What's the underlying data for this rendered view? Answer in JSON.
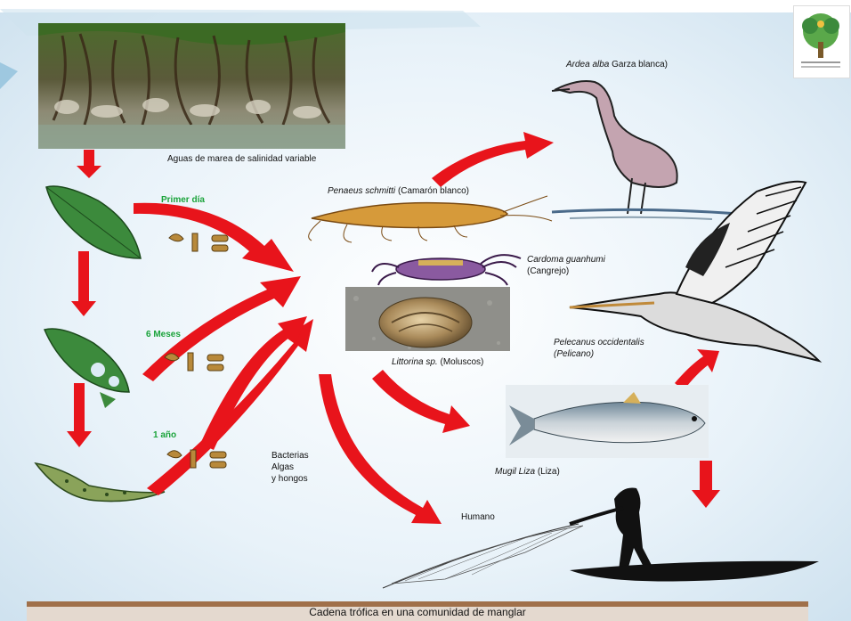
{
  "labels": {
    "water": "Aguas de marea de salinidad variable",
    "day1": "Primer día",
    "month6": "6 Meses",
    "year1": "1 año",
    "decomposers": [
      "Bacterias",
      "Algas",
      "y hongos"
    ],
    "shrimp_sci": "Penaeus schmitti",
    "shrimp_common": "(Camarón blanco)",
    "crab_sci": "Cardoma guanhumi",
    "crab_common": "(Cangrejo)",
    "snail_sci": "Littorina sp.",
    "snail_common": "(Moluscos)",
    "heron_sci": "Ardea alba",
    "heron_common": "Garza blanca)",
    "pelican_sci": "Pelecanus occidentalis",
    "pelican_common": "(Pelicano)",
    "fish_sci": "Mugil Liza",
    "fish_common": "(Liza)",
    "human": "Humano"
  },
  "caption": "Cadena trófica en una comunidad de manglar",
  "colors": {
    "arrow": "#e8141b",
    "background": "#dcebf5",
    "leaf": "#3c8a3c",
    "label_green": "#1aa33a",
    "caption_bar": "#a0704a"
  },
  "icons": [
    "mangrove-roots-photo",
    "leaf-icon",
    "decomposing-leaf-icon",
    "shrimp-icon",
    "crab-icon",
    "snail-photo",
    "heron-icon",
    "pelican-icon",
    "fish-icon",
    "fisherman-icon",
    "logo-icon"
  ]
}
